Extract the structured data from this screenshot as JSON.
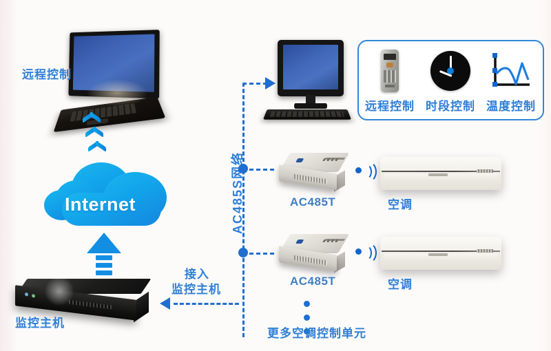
{
  "diagram": {
    "title": "AC485S Air Conditioner Control Network Topology",
    "accent_color": "#2f7fd6",
    "line_color": "#1f6fd0",
    "cloud_color": "#12a2ea",
    "background": "#fdfbfa"
  },
  "nodes": {
    "laptop_label": "远程控制",
    "cloud_label": "Internet",
    "server_label": "监控主机",
    "server_connect_line1": "接入",
    "server_connect_line2": "监控主机",
    "network_label": "AC485S网络",
    "more_units_label": "更多空调控制单元",
    "units": [
      {
        "device_label": "AC485T",
        "ac_label": "空调"
      },
      {
        "device_label": "AC485T",
        "ac_label": "空调"
      }
    ]
  },
  "feature_panel": {
    "features": [
      {
        "label": "远程控制",
        "icon": "remote-control-icon"
      },
      {
        "label": "时段控制",
        "icon": "clock-icon"
      },
      {
        "label": "温度控制",
        "icon": "temperature-chart-icon"
      }
    ]
  }
}
